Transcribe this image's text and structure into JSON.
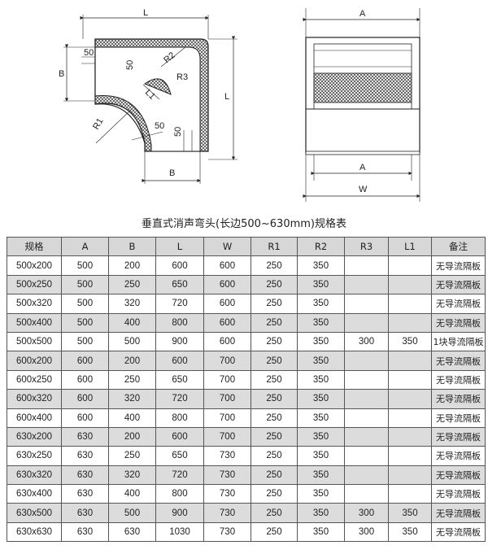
{
  "drawing": {
    "elbow_labels": {
      "L": "L",
      "B_left": "B",
      "B_bottom": "B",
      "L_right": "L",
      "dim_50_top": "50",
      "dim_50_inner": "50",
      "dim_50_bottom": "50",
      "dim_50_side": "50",
      "R1": "R1",
      "R2": "R2",
      "R3": "R3",
      "L1": "L1"
    },
    "front_labels": {
      "A_top": "A",
      "A_bottom": "A",
      "W": "W"
    }
  },
  "caption": "垂直式消声弯头(长边500~630mm)规格表",
  "table": {
    "headers": [
      "规格",
      "A",
      "B",
      "L",
      "W",
      "R1",
      "R2",
      "R3",
      "L1",
      "备注"
    ],
    "rows": [
      [
        "500x200",
        "500",
        "200",
        "600",
        "600",
        "250",
        "350",
        "",
        "",
        "无导流隔板"
      ],
      [
        "500x250",
        "500",
        "250",
        "650",
        "600",
        "250",
        "350",
        "",
        "",
        "无导流隔板"
      ],
      [
        "500x320",
        "500",
        "320",
        "720",
        "600",
        "250",
        "350",
        "",
        "",
        "无导流隔板"
      ],
      [
        "500x400",
        "500",
        "400",
        "800",
        "600",
        "250",
        "350",
        "",
        "",
        "无导流隔板"
      ],
      [
        "500x500",
        "500",
        "500",
        "900",
        "600",
        "250",
        "350",
        "300",
        "350",
        "1块导流隔板"
      ],
      [
        "600x200",
        "600",
        "200",
        "600",
        "700",
        "250",
        "350",
        "",
        "",
        "无导流隔板"
      ],
      [
        "600x250",
        "600",
        "250",
        "650",
        "700",
        "250",
        "350",
        "",
        "",
        "无导流隔板"
      ],
      [
        "600x320",
        "600",
        "320",
        "720",
        "700",
        "250",
        "350",
        "",
        "",
        "无导流隔板"
      ],
      [
        "600x400",
        "600",
        "400",
        "800",
        "700",
        "250",
        "350",
        "",
        "",
        "无导流隔板"
      ],
      [
        "630x200",
        "630",
        "200",
        "600",
        "700",
        "250",
        "350",
        "",
        "",
        "无导流隔板"
      ],
      [
        "630x250",
        "630",
        "250",
        "650",
        "730",
        "250",
        "350",
        "",
        "",
        "无导流隔板"
      ],
      [
        "630x320",
        "630",
        "320",
        "720",
        "730",
        "250",
        "350",
        "",
        "",
        "无导流隔板"
      ],
      [
        "630x400",
        "630",
        "400",
        "800",
        "730",
        "250",
        "350",
        "",
        "",
        "无导流隔板"
      ],
      [
        "630x500",
        "630",
        "500",
        "900",
        "730",
        "250",
        "350",
        "300",
        "350",
        "无导流隔板"
      ],
      [
        "630x630",
        "630",
        "630",
        "1030",
        "730",
        "250",
        "350",
        "300",
        "350",
        "无导流隔板"
      ]
    ]
  }
}
